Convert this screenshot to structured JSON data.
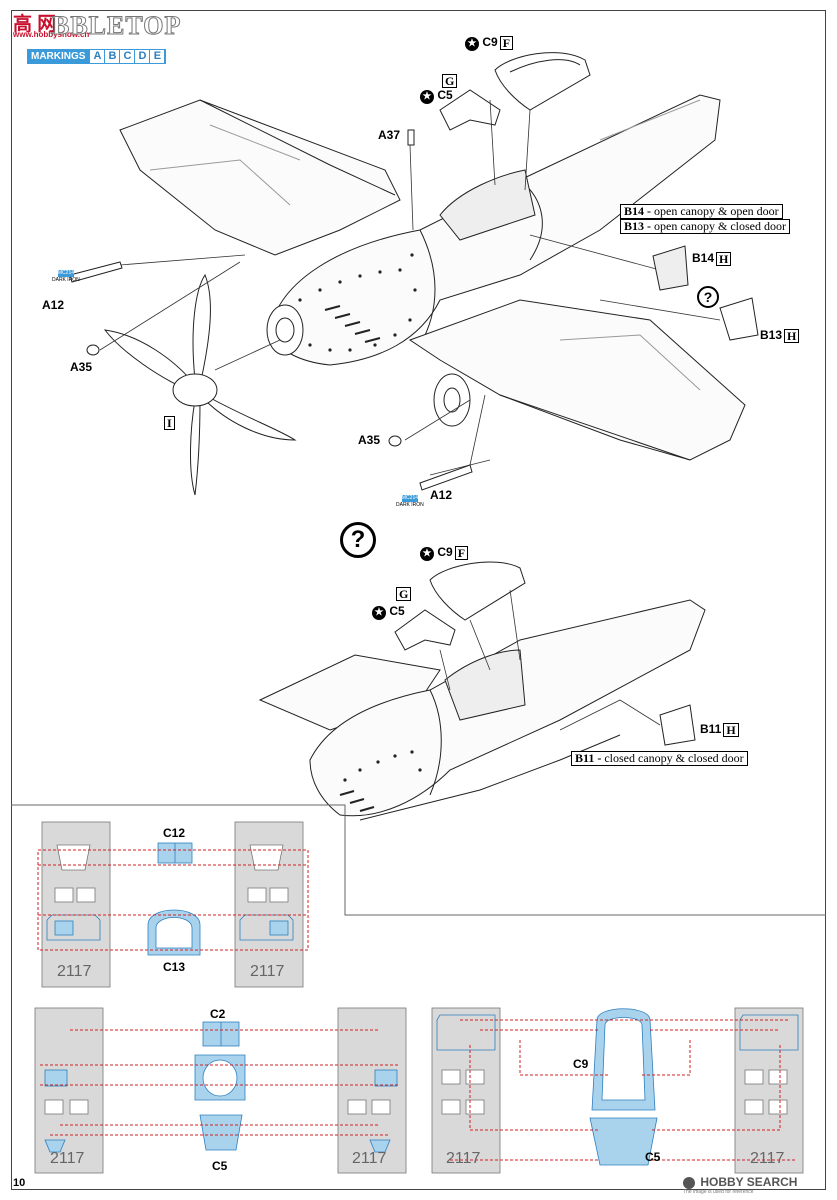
{
  "watermark": {
    "site": "高 网",
    "url": "www.hobbyshow.cn",
    "brand": "BBLETOP"
  },
  "markings": {
    "label": "MARKINGS",
    "letters": [
      "A",
      "B",
      "C",
      "D",
      "E"
    ]
  },
  "page_number": "10",
  "step1": {
    "parts": {
      "c9": "C9",
      "c9_box": "F",
      "c5": "C5",
      "c5_box": "G",
      "a37": "A37",
      "a12_top": "A12",
      "a35_top": "A35",
      "a35_bottom": "A35",
      "a12_bottom": "A12",
      "prop_box": "I",
      "b14": "B14",
      "b14_box": "H",
      "b13": "B13",
      "b13_box": "H"
    },
    "paint": {
      "code": "MC214",
      "name": "DARK IRON"
    },
    "options": [
      {
        "part": "B14 -",
        "text": "open canopy & open door"
      },
      {
        "part": "B13 -",
        "text": "open canopy & closed door"
      }
    ],
    "question": "?"
  },
  "step2": {
    "question": "?",
    "parts": {
      "c9": "C9",
      "c9_box": "F",
      "c5": "C5",
      "c5_box": "G",
      "b11": "B11",
      "b11_box": "H"
    },
    "option": {
      "part": "B11 -",
      "text": "closed canopy & closed door"
    }
  },
  "masks": {
    "set1": {
      "top": "C12",
      "bottom": "C13",
      "sheet_number": "2117"
    },
    "set2": {
      "top": "C2",
      "bottom": "C5",
      "sheet_number": "2117"
    },
    "set3": {
      "top": "C9",
      "bottom": "C5",
      "sheet_number": "2117"
    }
  },
  "colors": {
    "mask_blue": "#a9d3ec",
    "mask_stroke": "#2e7fbf",
    "leader_red": "#d42020",
    "sheet_grey": "#d9d9d9",
    "bar_blue": "#3b9ad9"
  },
  "footer": {
    "brand": "HOBBY SEARCH",
    "note": "The image is used for reference"
  }
}
